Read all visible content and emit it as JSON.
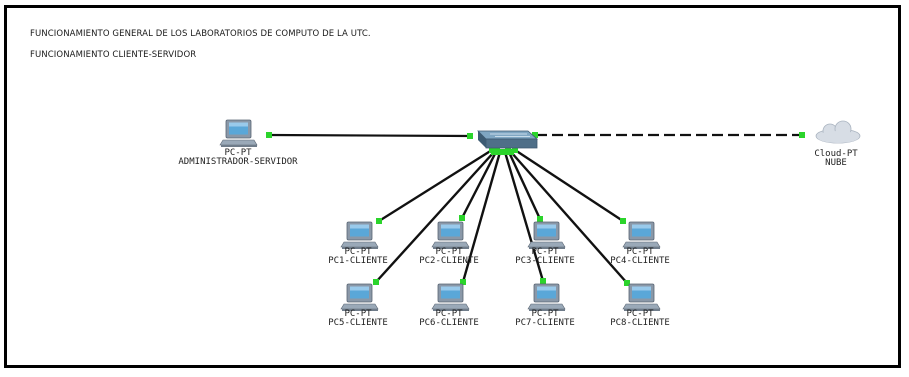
{
  "annotations": {
    "line1": "FUNCIONAMIENTO GENERAL DE LOS LABORATORIOS DE COMPUTO DE LA UTC.",
    "line2": "FUNCIONAMIENTO CLIENTE-SERVIDOR"
  },
  "colors": {
    "link": "#111111",
    "link_light": "#2bd42b",
    "screen": "#5aa7d8",
    "device_body": "#9aa9b8",
    "switch_top": "#7fa6c2",
    "cloud": "#d7dde5"
  },
  "devices": {
    "server": {
      "type": "PC-PT",
      "name": "ADMINISTRADOR-SERVIDOR",
      "icon": "pc-icon"
    },
    "switch": {
      "icon": "switch-icon"
    },
    "cloud": {
      "type": "Cloud-PT",
      "name": "NUBE",
      "icon": "cloud-icon"
    },
    "clients": [
      {
        "type": "PC-PT",
        "name": "PC1-CLIENTE",
        "icon": "pc-icon"
      },
      {
        "type": "PC-PT",
        "name": "PC2-CLIENTE",
        "icon": "pc-icon"
      },
      {
        "type": "PC-PT",
        "name": "PC3-CLIENTE",
        "icon": "pc-icon"
      },
      {
        "type": "PC-PT",
        "name": "PC4-CLIENTE",
        "icon": "pc-icon"
      },
      {
        "type": "PC-PT",
        "name": "PC5-CLIENTE",
        "icon": "pc-icon"
      },
      {
        "type": "PC-PT",
        "name": "PC6-CLIENTE",
        "icon": "pc-icon"
      },
      {
        "type": "PC-PT",
        "name": "PC7-CLIENTE",
        "icon": "pc-icon"
      },
      {
        "type": "PC-PT",
        "name": "PC8-CLIENTE",
        "icon": "pc-icon"
      }
    ]
  },
  "links": [
    {
      "from": "server",
      "to": "switch",
      "style": "solid"
    },
    {
      "from": "switch",
      "to": "cloud",
      "style": "dashed"
    },
    {
      "from": "switch",
      "to": "PC1-CLIENTE",
      "style": "solid"
    },
    {
      "from": "switch",
      "to": "PC2-CLIENTE",
      "style": "solid"
    },
    {
      "from": "switch",
      "to": "PC3-CLIENTE",
      "style": "solid"
    },
    {
      "from": "switch",
      "to": "PC4-CLIENTE",
      "style": "solid"
    },
    {
      "from": "switch",
      "to": "PC5-CLIENTE",
      "style": "solid"
    },
    {
      "from": "switch",
      "to": "PC6-CLIENTE",
      "style": "solid"
    },
    {
      "from": "switch",
      "to": "PC7-CLIENTE",
      "style": "solid"
    },
    {
      "from": "switch",
      "to": "PC8-CLIENTE",
      "style": "solid"
    }
  ]
}
